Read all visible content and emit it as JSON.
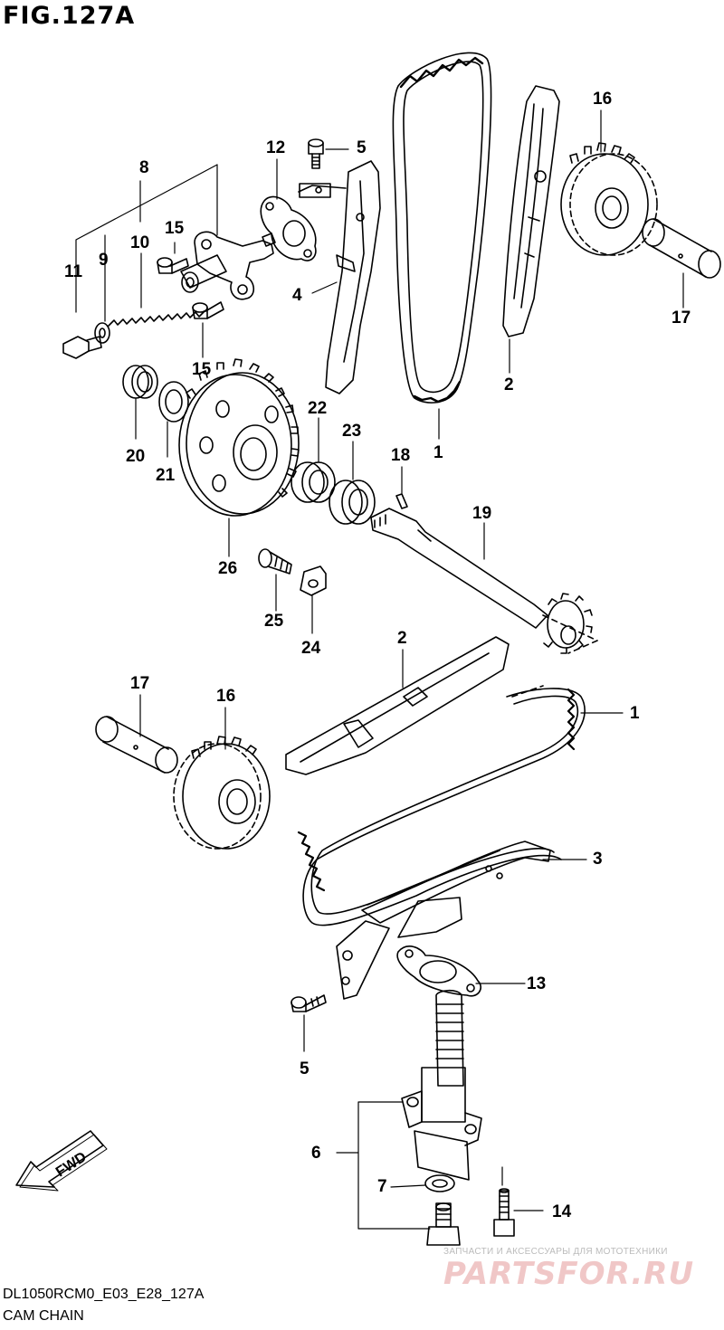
{
  "figure": {
    "title": "FIG.127A"
  },
  "callouts": {
    "p1a": "1",
    "p1b": "1",
    "p2a": "2",
    "p2b": "2",
    "p3": "3",
    "p4": "4",
    "p5a": "5",
    "p5b": "5",
    "p6": "6",
    "p7": "7",
    "p8": "8",
    "p9": "9",
    "p10": "10",
    "p11": "11",
    "p12": "12",
    "p13": "13",
    "p14": "14",
    "p15a": "15",
    "p15b": "15",
    "p16a": "16",
    "p16b": "16",
    "p17a": "17",
    "p17b": "17",
    "p18": "18",
    "p19": "19",
    "p20": "20",
    "p21": "21",
    "p22": "22",
    "p23": "23",
    "p24": "24",
    "p25": "25",
    "p26": "26"
  },
  "direction_label": "FWD",
  "footer": {
    "code": "DL1050RCM0_E03_E28_127A",
    "name": "CAM CHAIN"
  },
  "watermark": {
    "caption": "ЗАПЧАСТИ И АКСЕССУАРЫ ДЛЯ МОТОТЕХНИКИ",
    "logo": "PARTSFOR.RU"
  }
}
